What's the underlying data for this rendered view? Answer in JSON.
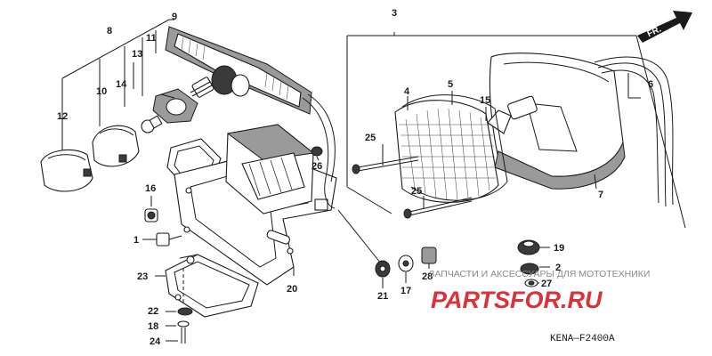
{
  "diagram": {
    "callouts": {
      "c1": "1",
      "c2": "2",
      "c3": "3",
      "c4": "4",
      "c5": "5",
      "c6": "6",
      "c7": "7",
      "c8": "8",
      "c9": "9",
      "c10": "10",
      "c11": "11",
      "c12": "12",
      "c13": "13",
      "c14": "14",
      "c15": "15",
      "c16": "16",
      "c17": "17",
      "c18": "18",
      "c19": "19",
      "c20": "20",
      "c21": "21",
      "c22": "22",
      "c23": "23",
      "c24": "24",
      "c25a": "25",
      "c25b": "25",
      "c26": "26",
      "c27": "27",
      "c28": "28"
    },
    "direction_label": "FR.",
    "diagram_code": "KENA—F2400A"
  },
  "watermark": {
    "tagline": "ЗАПЧАСТИ И АКСЕССУАРЫ ДЛЯ МОТОТЕХНИКИ",
    "brand_left": "PARTS",
    "brand_right": "FOR.RU",
    "brand_color": "#d9323a"
  }
}
